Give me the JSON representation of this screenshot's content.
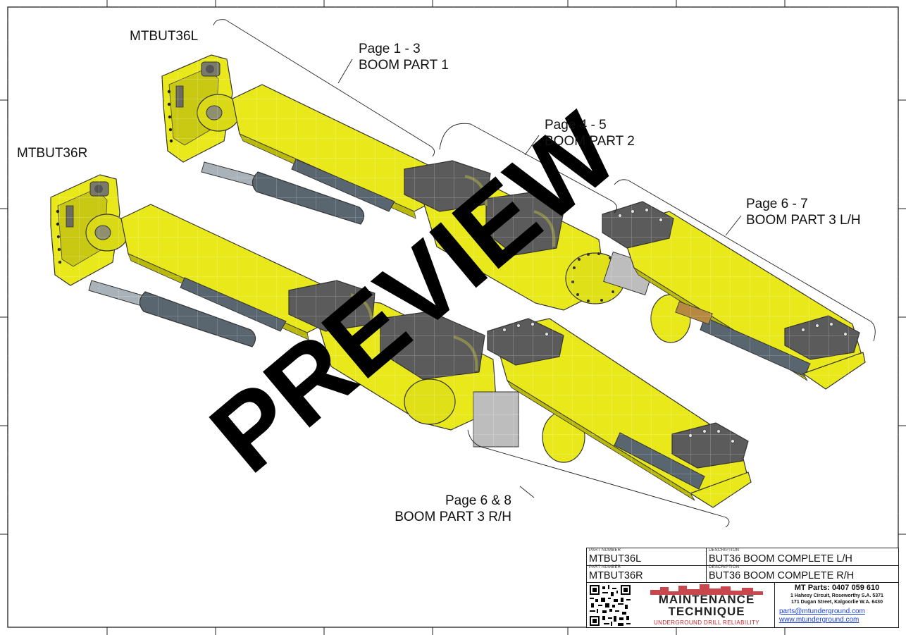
{
  "callouts": {
    "mtbut36l": "MTBUT36L",
    "mtbut36r": "MTBUT36R",
    "boom1_page": "Page 1 - 3",
    "boom1_name": "BOOM PART 1",
    "boom2_page": "Page 4 - 5",
    "boom2_name": "BOOM PART 2",
    "boom3l_page": "Page 6 - 7",
    "boom3l_name": "BOOM PART 3 L/H",
    "boom3r_page": "Page 6 & 8",
    "boom3r_name": "BOOM PART 3 R/H"
  },
  "watermark": "PREVIEW",
  "title_block": {
    "part_number_caption": "PART NUMBER",
    "description_caption": "DESCRIPTION",
    "rows": [
      {
        "part_number": "MTBUT36L",
        "description": "BUT36 BOOM COMPLETE L/H"
      },
      {
        "part_number": "MTBUT36R",
        "description": "BUT36 BOOM COMPLETE R/H"
      }
    ],
    "logo_line1": "MAINTENANCE",
    "logo_line2": "TECHNIQUE",
    "logo_tagline": "UNDERGROUND DRILL RELIABILITY",
    "phone": "MT Parts: 0407 059 610",
    "address1": "1 Hahesy Circuit, Roseworthy S.A. 5371",
    "address2": "171 Dugan Street, Kalgoorlie W.A. 6430",
    "email": "parts@mtunderground.com",
    "website": "www.mtunderground.com"
  },
  "colors": {
    "boom_yellow": "#e8e81a",
    "boom_shadow": "#b8b80c",
    "cylinder_grey": "#59656f",
    "plate_grey": "#5b5b5b",
    "link_blue": "#1a3fd6",
    "logo_red": "#c0272d"
  }
}
